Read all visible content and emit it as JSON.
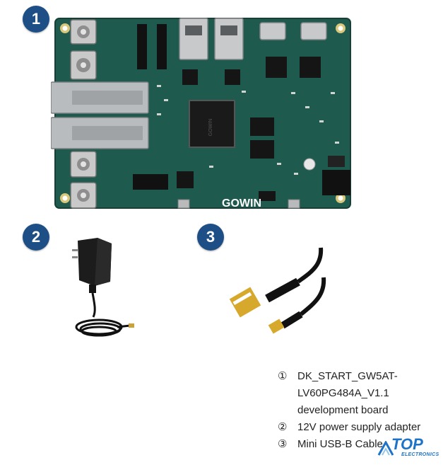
{
  "badges": [
    "1",
    "2",
    "3"
  ],
  "legend": [
    {
      "num": "①",
      "text": "DK_START_GW5AT-LV60PG484A_V1.1 development board"
    },
    {
      "num": "②",
      "text": "12V power supply adapter"
    },
    {
      "num": "③",
      "text": "Mini USB-B Cable"
    }
  ],
  "board": {
    "silk_logo": "GOWIN"
  },
  "logo": {
    "main": "TOP",
    "sub": "ELECTRONICS"
  },
  "colors": {
    "badge": "#1d4f86",
    "pcb": "#1f5a4e",
    "logo": "#1e73c8"
  }
}
